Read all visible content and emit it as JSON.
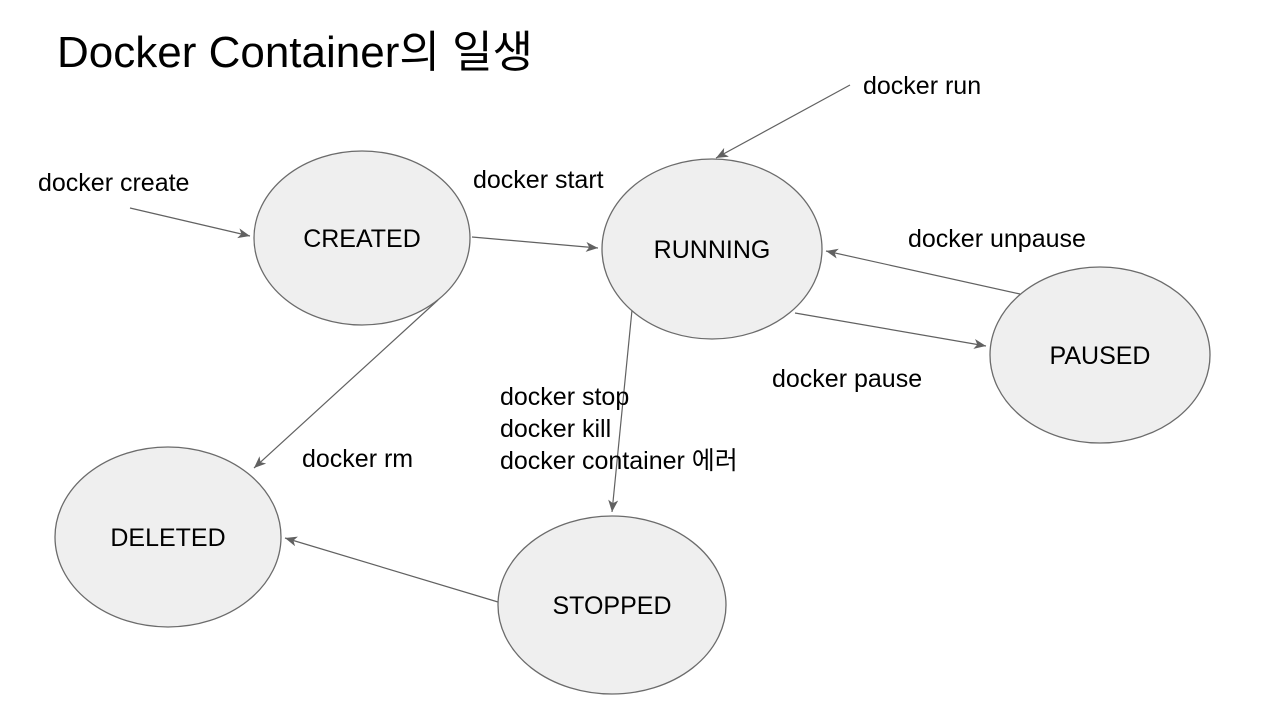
{
  "title": "Docker Container의 일생",
  "diagram": {
    "type": "state-diagram",
    "nodes": [
      {
        "id": "created",
        "label": "CREATED"
      },
      {
        "id": "running",
        "label": "RUNNING"
      },
      {
        "id": "paused",
        "label": "PAUSED"
      },
      {
        "id": "deleted",
        "label": "DELETED"
      },
      {
        "id": "stopped",
        "label": "STOPPED"
      }
    ],
    "edges": [
      {
        "from": "entry",
        "to": "created",
        "label": "docker create"
      },
      {
        "from": "created",
        "to": "running",
        "label": "docker start"
      },
      {
        "from": "entry",
        "to": "running",
        "label": "docker run"
      },
      {
        "from": "paused",
        "to": "running",
        "label": "docker unpause"
      },
      {
        "from": "running",
        "to": "paused",
        "label": "docker pause"
      },
      {
        "from": "running",
        "to": "stopped",
        "label": "docker stop / docker kill / docker container 에러",
        "label_lines": [
          "docker stop",
          "docker kill",
          "docker container 에러"
        ]
      },
      {
        "from": "created",
        "to": "deleted",
        "label": "docker rm"
      },
      {
        "from": "stopped",
        "to": "deleted",
        "label": ""
      }
    ],
    "colors": {
      "background": "#ffffff",
      "node_fill": "#efefef",
      "node_stroke": "#6b6b6b",
      "arrow": "#616161",
      "text": "#000000"
    }
  }
}
